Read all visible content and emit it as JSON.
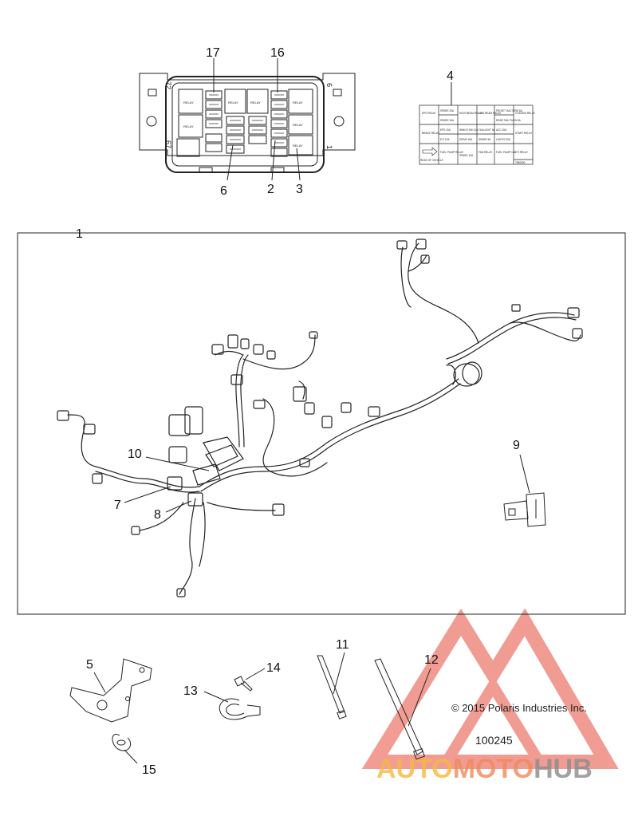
{
  "callouts": {
    "c1": "1",
    "c2": "2",
    "c3": "3",
    "c4": "4",
    "c5": "5",
    "c6": "6",
    "c7": "7",
    "c8": "8",
    "c9": "9",
    "c10": "10",
    "c11": "11",
    "c12": "12",
    "c13": "13",
    "c14": "14",
    "c15": "15",
    "c16": "16",
    "c17": "17"
  },
  "fuse_box": {
    "pin_left": "72",
    "pin_left_bottom": "67",
    "pin_right": "6",
    "pin_right_bottom": "1",
    "relay_label": "RELAY"
  },
  "fuse_label": {
    "cells": [
      [
        "EPS RELAY",
        "SPARE 20A",
        "HIGH BEAM RELAY",
        "LOW BEAM RELAY",
        "FRONT TAIL/TURN 5A",
        "CHASSIS RELAY"
      ],
      [
        "",
        "SPARE 30A",
        "",
        "",
        "REAR TAIL/TURN 5A",
        ""
      ],
      [
        "BRAKE RELAY",
        "EPS 20A",
        "WINCH SW 10A",
        "TAILLIGHT 5A",
        "ACC 20A",
        "START RELAY"
      ],
      [
        "",
        "ETI 10A",
        "DRIVE 20A",
        "SPARE 5A",
        "LIGHTS 20A",
        ""
      ],
      [
        "REAR OF VEHICLE",
        "FUEL PUMP RELAY",
        "SPARE 10A",
        "FAN RELAY",
        "FUEL PUMP 10A",
        "ETI RELAY"
      ]
    ],
    "footer": "7080000"
  },
  "footer": {
    "copyright": "© 2015 Polaris Industries Inc.",
    "part_number": "100245"
  },
  "watermark": {
    "part1": "AUTO",
    "part2": "MOTO",
    "part3": "HUB",
    "color_light": "#f5b942",
    "color_mid": "#e74c3c",
    "color_dark": "#8c8c8c"
  }
}
